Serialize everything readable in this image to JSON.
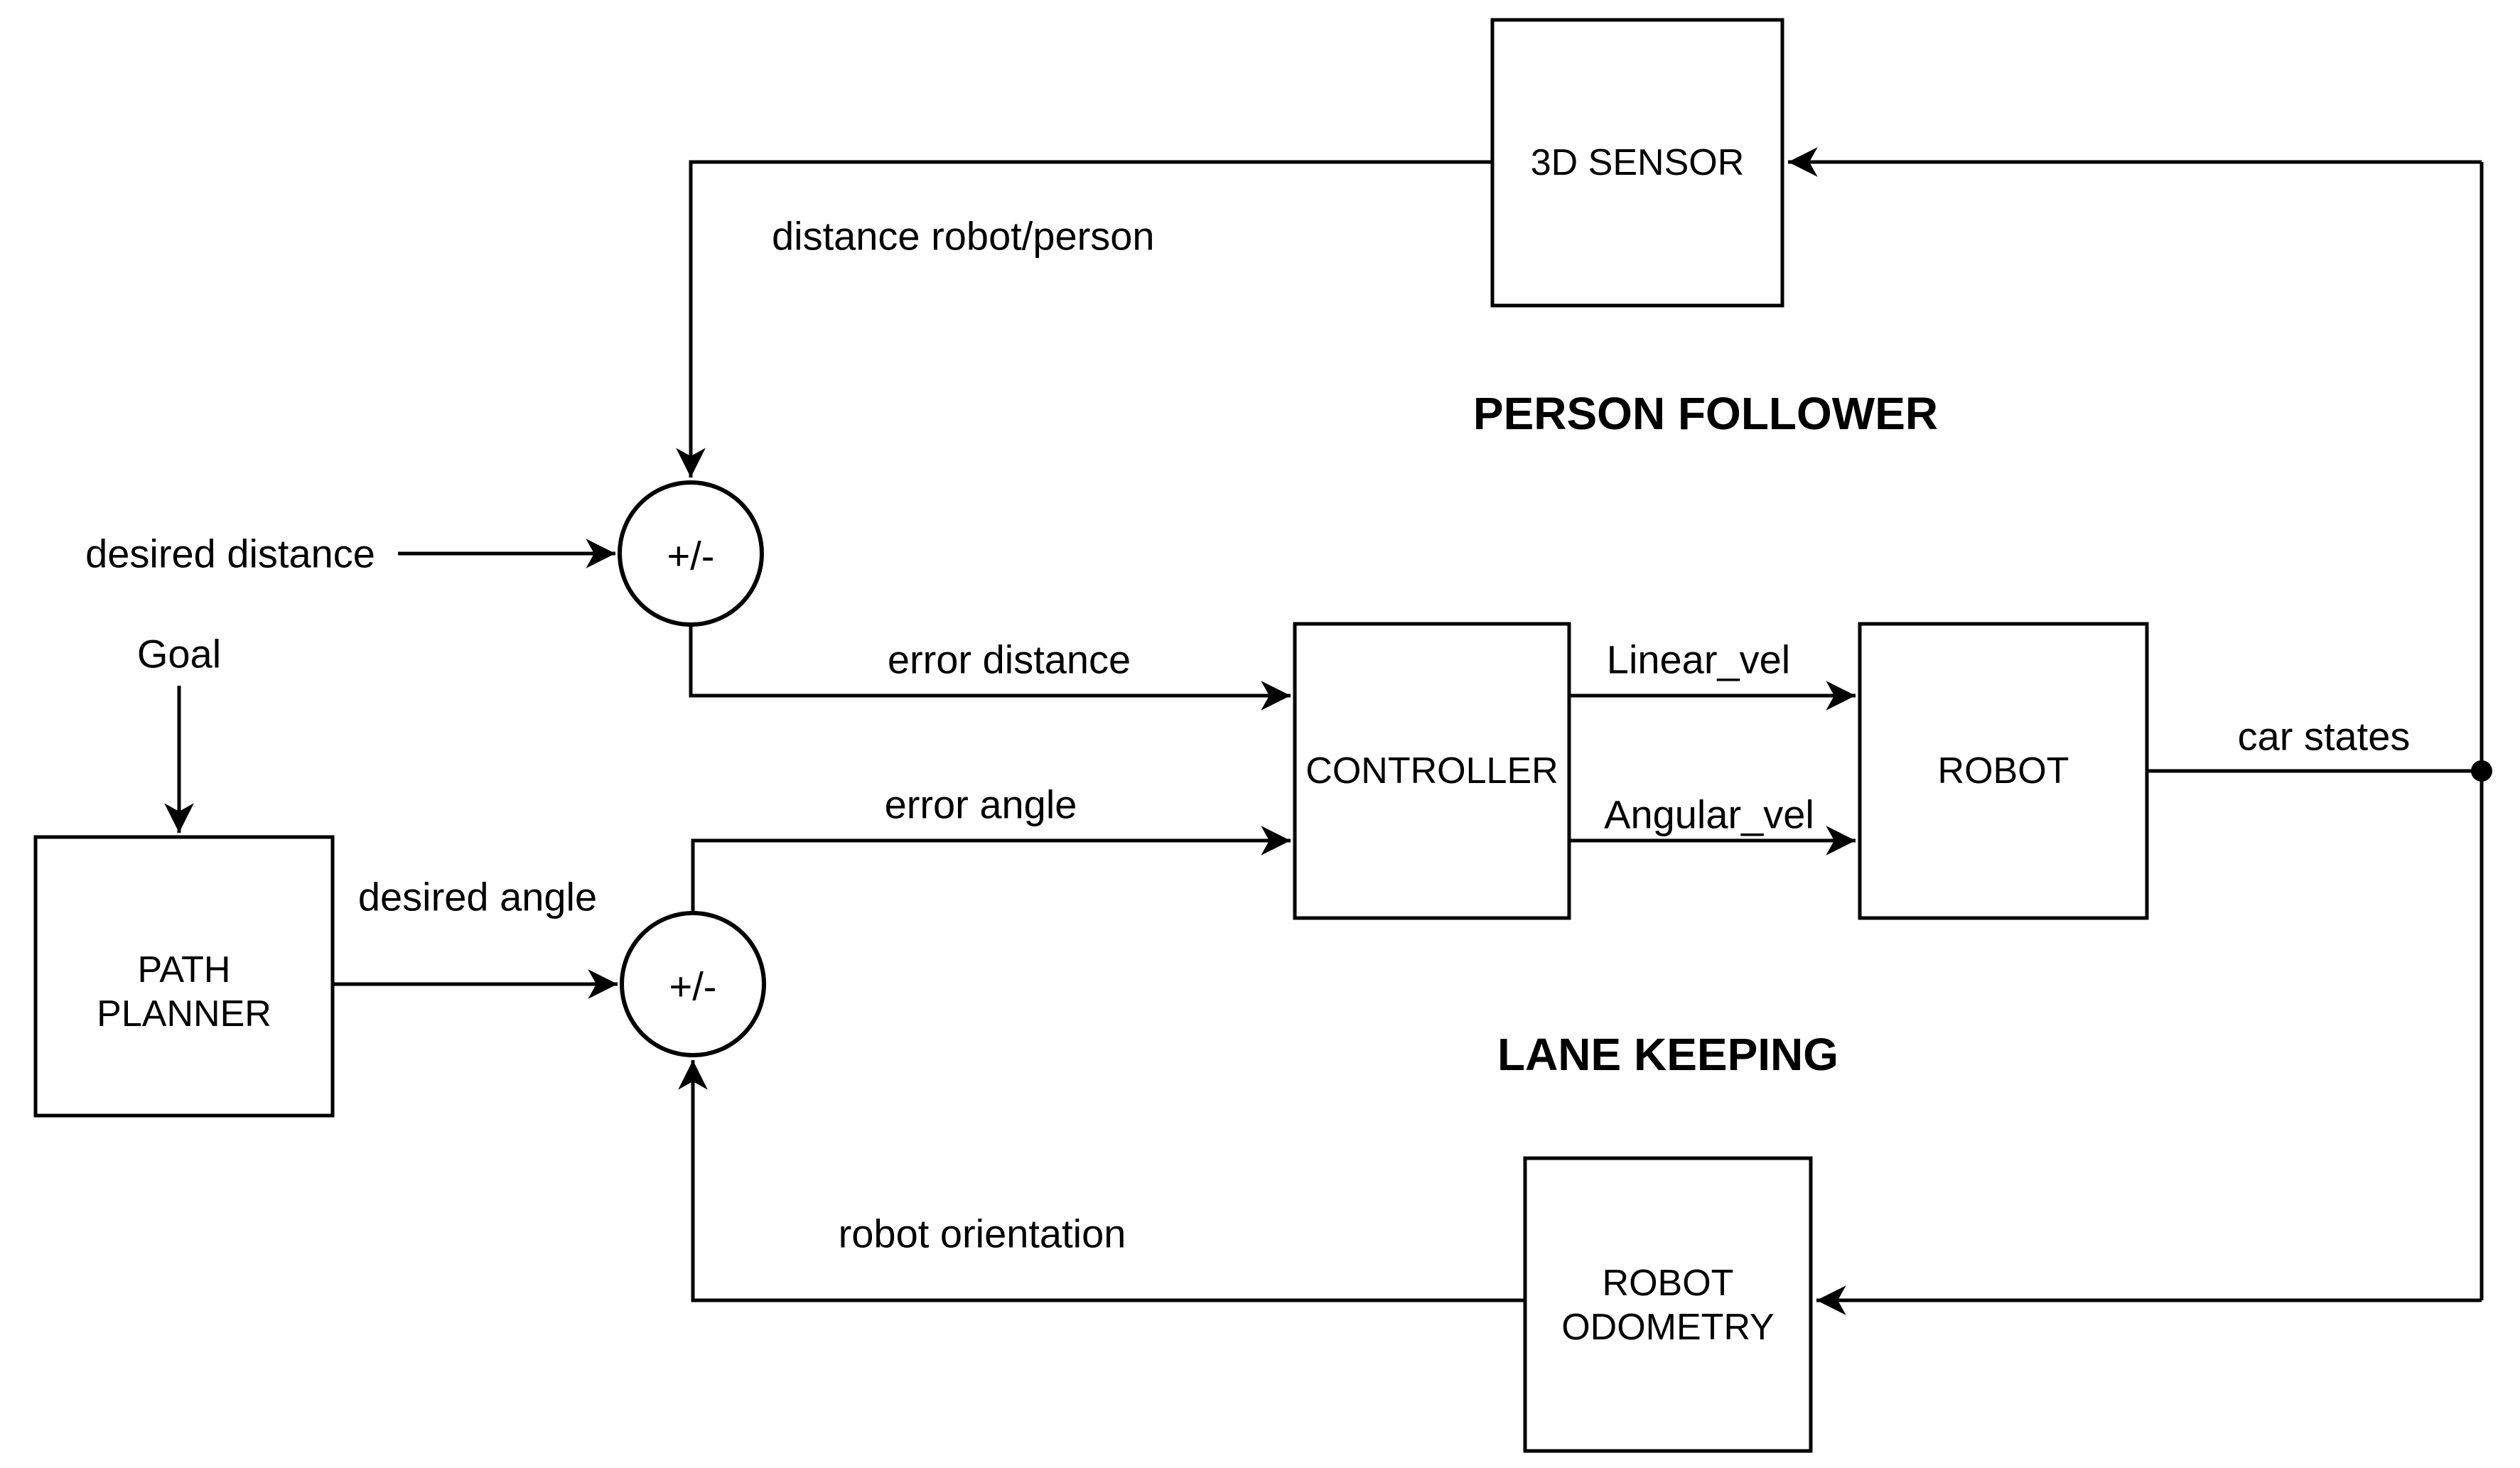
{
  "diagram": {
    "background_color": "#ffffff",
    "line_color": "#000000",
    "section_titles": {
      "person_follower": "PERSON FOLLOWER",
      "lane_keeping": "LANE KEEPING"
    },
    "blocks": {
      "sensor": {
        "label": "3D SENSOR"
      },
      "controller": {
        "label": "CONTROLLER"
      },
      "robot": {
        "label": "ROBOT"
      },
      "path_planner": {
        "label_line1": "PATH",
        "label_line2": "PLANNER"
      },
      "robot_odometry": {
        "label_line1": "ROBOT",
        "label_line2": "ODOMETRY"
      }
    },
    "summing_junctions": {
      "distance": {
        "symbol": "+/-"
      },
      "angle": {
        "symbol": "+/-"
      }
    },
    "signal_labels": {
      "distance_robot_person": "distance robot/person",
      "desired_distance": "desired distance",
      "goal": "Goal",
      "desired_angle": "desired angle",
      "error_distance": "error distance",
      "error_angle": "error angle",
      "linear_vel": "Linear_vel",
      "angular_vel": "Angular_vel",
      "car_states": "car states",
      "robot_orientation": "robot orientation"
    }
  }
}
